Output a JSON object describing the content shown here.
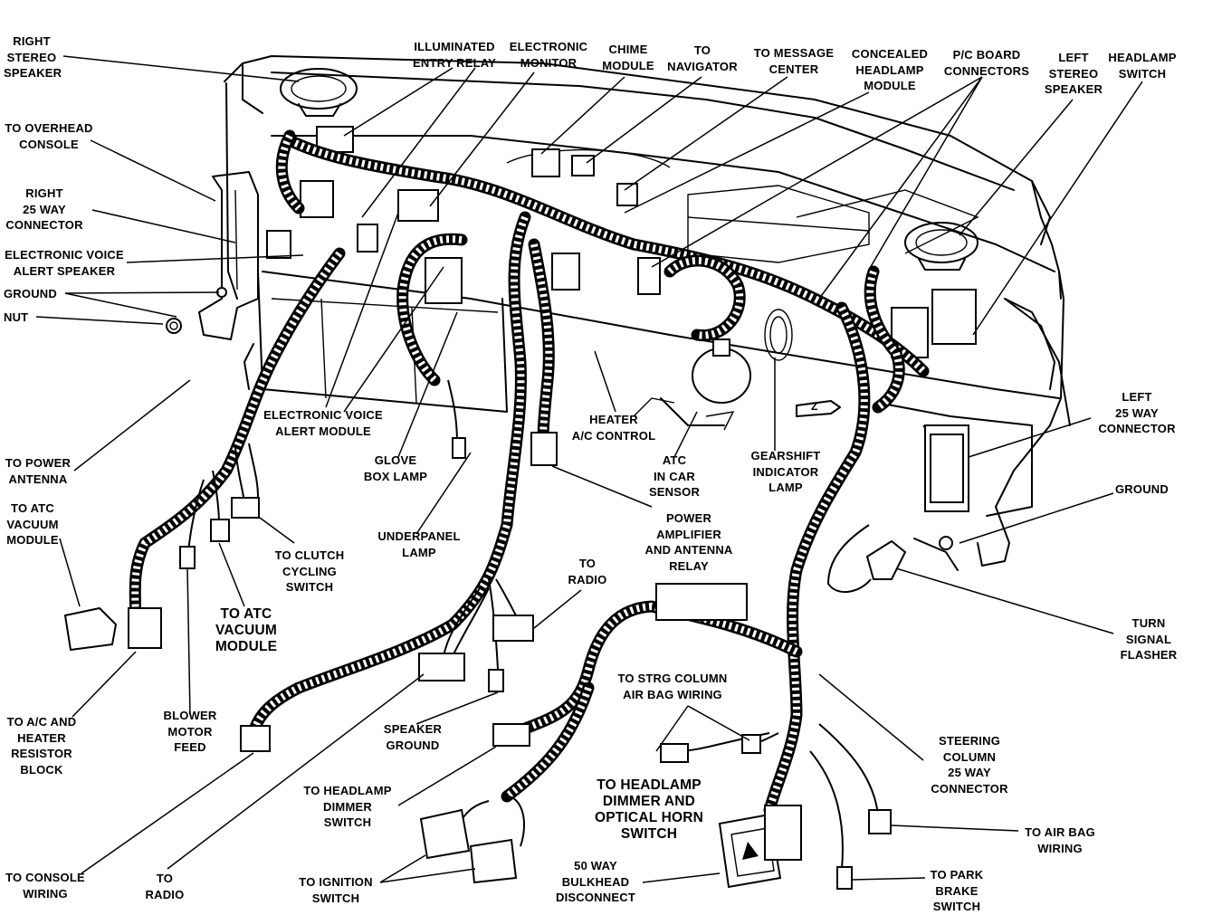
{
  "labels": {
    "right_stereo_speaker": "RIGHT\nSTEREO\nSPEAKER",
    "to_overhead_console": "TO OVERHEAD\nCONSOLE",
    "right_25_way_connector": "RIGHT\n25 WAY\nCONNECTOR",
    "electronic_voice_alert_speaker": "ELECTRONIC VOICE\nALERT SPEAKER",
    "ground_left": "GROUND",
    "nut": "NUT",
    "to_power_antenna": "TO POWER\nANTENNA",
    "to_atc_vacuum_module_left": "TO ATC\nVACUUM\nMODULE",
    "to_ac_heater_resistor_block": "TO A/C AND\nHEATER\nRESISTOR\nBLOCK",
    "blower_motor_feed": "BLOWER\nMOTOR\nFEED",
    "to_atc_vacuum_module_mid": "TO ATC\nVACUUM\nMODULE",
    "to_clutch_cycling_switch": "TO CLUTCH\nCYCLING\nSWITCH",
    "electronic_voice_alert_module": "ELECTRONIC VOICE\nALERT MODULE",
    "glove_box_lamp": "GLOVE\nBOX LAMP",
    "underpanel_lamp": "UNDERPANEL\nLAMP",
    "heater_ac_control": "HEATER\nA/C CONTROL",
    "atc_in_car_sensor": "ATC\nIN CAR\nSENSOR",
    "gearshift_indicator_lamp": "GEARSHIFT\nINDICATOR\nLAMP",
    "power_amplifier_antenna_relay": "POWER\nAMPLIFIER\nAND ANTENNA\nRELAY",
    "to_radio_mid": "TO\nRADIO",
    "speaker_ground": "SPEAKER\nGROUND",
    "to_console_wiring": "TO CONSOLE\nWIRING",
    "to_radio_bottom": "TO\nRADIO",
    "to_headlamp_dimmer_switch": "TO HEADLAMP\nDIMMER\nSWITCH",
    "to_ignition_switch": "TO IGNITION\nSWITCH",
    "to_strg_column_air_bag_wiring": "TO STRG COLUMN\nAIR BAG WIRING",
    "to_headlamp_dimmer_optical_horn_switch": "TO HEADLAMP\nDIMMER AND\nOPTICAL HORN\nSWITCH",
    "fifty_way_bulkhead_disconnect": "50 WAY\nBULKHEAD\nDISCONNECT",
    "steering_column_25_way_connector": "STEERING\nCOLUMN\n25 WAY\nCONNECTOR",
    "to_air_bag_wiring": "TO AIR BAG\nWIRING",
    "to_park_brake_switch": "TO PARK\nBRAKE\nSWITCH",
    "turn_signal_flasher": "TURN\nSIGNAL\nFLASHER",
    "ground_right": "GROUND",
    "left_25_way_connector": "LEFT\n25 WAY\nCONNECTOR",
    "illuminated_entry_relay": "ILLUMINATED\nENTRY RELAY",
    "electronic_monitor": "ELECTRONIC\nMONITOR",
    "chime_module": "CHIME\nMODULE",
    "to_navigator": "TO\nNAVIGATOR",
    "to_message_center": "TO MESSAGE\nCENTER",
    "concealed_headlamp_module": "CONCEALED\nHEADLAMP\nMODULE",
    "pc_board_connectors": "P/C BOARD\nCONNECTORS",
    "left_stereo_speaker": "LEFT\nSTEREO\nSPEAKER",
    "headlamp_switch": "HEADLAMP\nSWITCH",
    "z_marker": "Z"
  }
}
